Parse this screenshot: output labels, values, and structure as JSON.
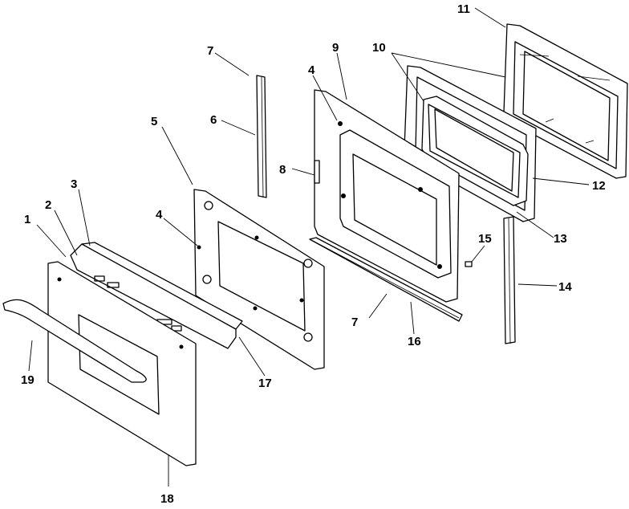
{
  "callouts": {
    "c1": "1",
    "c2": "2",
    "c3": "3",
    "c4a": "4",
    "c4b": "4",
    "c5": "5",
    "c6": "6",
    "c7a": "7",
    "c7b": "7",
    "c8": "8",
    "c9": "9",
    "c10": "10",
    "c11": "11",
    "c12": "12",
    "c13": "13",
    "c14": "14",
    "c15": "15",
    "c16": "16",
    "c17": "17",
    "c18": "18",
    "c19": "19"
  },
  "colors": {
    "line": "#000000",
    "background": "#ffffff"
  }
}
